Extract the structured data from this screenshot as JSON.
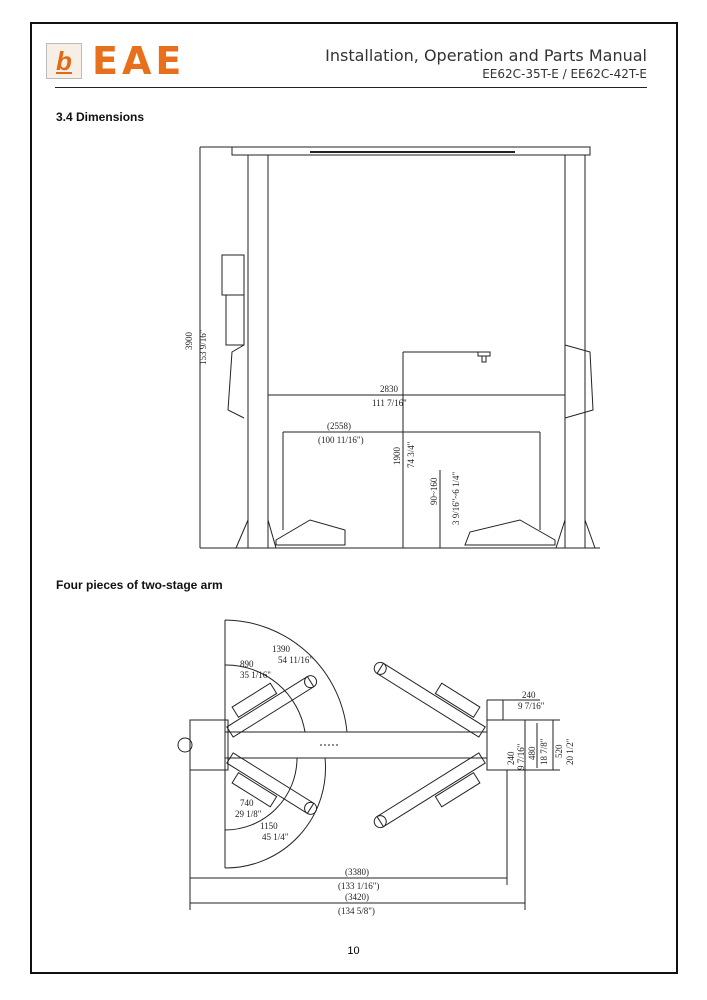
{
  "header": {
    "logo_mark": "b",
    "logo_text": "EAE",
    "title": "Installation, Operation and Parts Manual",
    "models": "EE62C-35T-E  /  EE62C-42T-E"
  },
  "section_title": "3.4 Dimensions",
  "elevation": {
    "height_mm": "3900",
    "height_in": "153 9/16\"",
    "width_mm": "2830",
    "width_in": "111 7/16\"",
    "inner_mm": "(2558)",
    "inner_in": "(100 11/16\")",
    "lift_mm": "1900",
    "lift_in": "74 3/4\"",
    "pad_mm": "90~160",
    "pad_in": "3 9/16\"~6 1/4\""
  },
  "subsection_title": "Four pieces of two-stage arm",
  "plan": {
    "r1_mm": "1390",
    "r1_in": "54 11/16\"",
    "r2_mm": "890",
    "r2_in": "35 1/16\"",
    "r3_mm": "740",
    "r3_in": "29 1/8\"",
    "r4_mm": "1150",
    "r4_in": "45 1/4\"",
    "col_mm": "240",
    "col_in": "9 7/16\"",
    "off_mm": "240",
    "off_in": "9 7/16\"",
    "d480_mm": "480",
    "d480_in": "18 7/8\"",
    "d520_mm": "520",
    "d520_in": "20 1/2\"",
    "w1_mm": "(3380)",
    "w1_in": "(133 1/16\")",
    "w2_mm": "(3420)",
    "w2_in": "(134 5/8\")"
  },
  "page_number": "10"
}
